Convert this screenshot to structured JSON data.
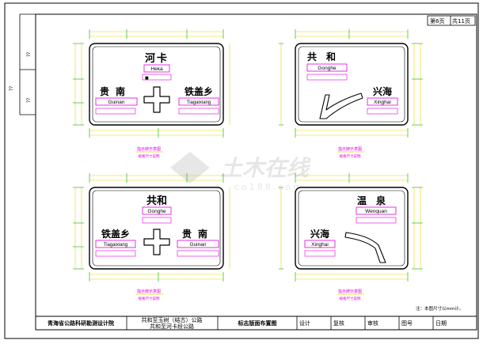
{
  "sheet": {
    "page_label": "第6页",
    "total_label": "共11页",
    "side_marks": [
      "??",
      "??",
      "??"
    ],
    "note": "注：本图尺寸以mm计。"
  },
  "watermark": {
    "text_cn": "土木在线",
    "text_en": "co188.com"
  },
  "signs": [
    {
      "id": "sign-top-left",
      "top": {
        "cn": "河卡",
        "py": "Heka"
      },
      "left": {
        "cn": "贵南",
        "py": "Guinan"
      },
      "right": {
        "cn": "铁盖乡",
        "py": "Tiagaixiang"
      },
      "caption": "指示牌示意图",
      "caption_sub": "规格尺寸说明"
    },
    {
      "id": "sign-top-right",
      "top": {
        "cn": "共和",
        "py": "Gonghe"
      },
      "right": {
        "cn": "兴海",
        "py": "Xinghai"
      },
      "caption": "指示牌示意图",
      "caption_sub": "规格尺寸说明"
    },
    {
      "id": "sign-bottom-left",
      "top": {
        "cn": "共和",
        "py": "Gonghe"
      },
      "left": {
        "cn": "铁盖乡",
        "py": "Tiagaixiang"
      },
      "right": {
        "cn": "贵南",
        "py": "Guinan"
      },
      "caption": "指示牌示意图",
      "caption_sub": "规格尺寸说明"
    },
    {
      "id": "sign-bottom-right",
      "top": {
        "cn": "温泉",
        "py": "Wenquan"
      },
      "left": {
        "cn": "兴海",
        "py": "Xinghai"
      },
      "caption": "指示牌示意图",
      "caption_sub": "规格尺寸说明"
    }
  ],
  "title_block": {
    "org": "青海省公路科研勘测设计院",
    "project_line1": "共和至玉树（结古）公路",
    "project_line2": "共和至河卡段公路",
    "drawing_title": "标志版面布置图",
    "design": "设计",
    "review": "复核",
    "approve": "审核",
    "drawing_no": "图号",
    "date": "日期"
  },
  "colors": {
    "dim_yellow": "#e6d200",
    "dim_green": "#00b000",
    "magenta": "#e000e0",
    "frame": "#000000"
  }
}
